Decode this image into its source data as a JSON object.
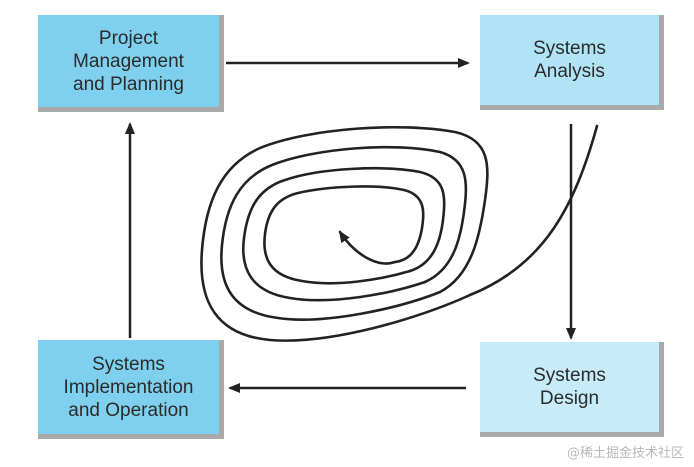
{
  "nodes": [
    {
      "id": "pm",
      "label": "Project\nManagement\nand Planning"
    },
    {
      "id": "sa",
      "label": "Systems\nAnalysis"
    },
    {
      "id": "sd",
      "label": "Systems\nDesign"
    },
    {
      "id": "si",
      "label": "Systems\nImplementation\nand Operation"
    }
  ],
  "edges": [
    {
      "from": "pm",
      "to": "sa"
    },
    {
      "from": "sa",
      "to": "sd"
    },
    {
      "from": "sd",
      "to": "si"
    },
    {
      "from": "si",
      "to": "pm"
    }
  ],
  "center_icon": "inward-spiral-arrow",
  "colors": {
    "box_dark": "#7fd0ee",
    "box_light": "#b0e3f6",
    "box_lighter": "#c7ebf9",
    "shadow": "#a9a9a9",
    "line": "#222222"
  },
  "watermark": "@稀土掘金技术社区"
}
